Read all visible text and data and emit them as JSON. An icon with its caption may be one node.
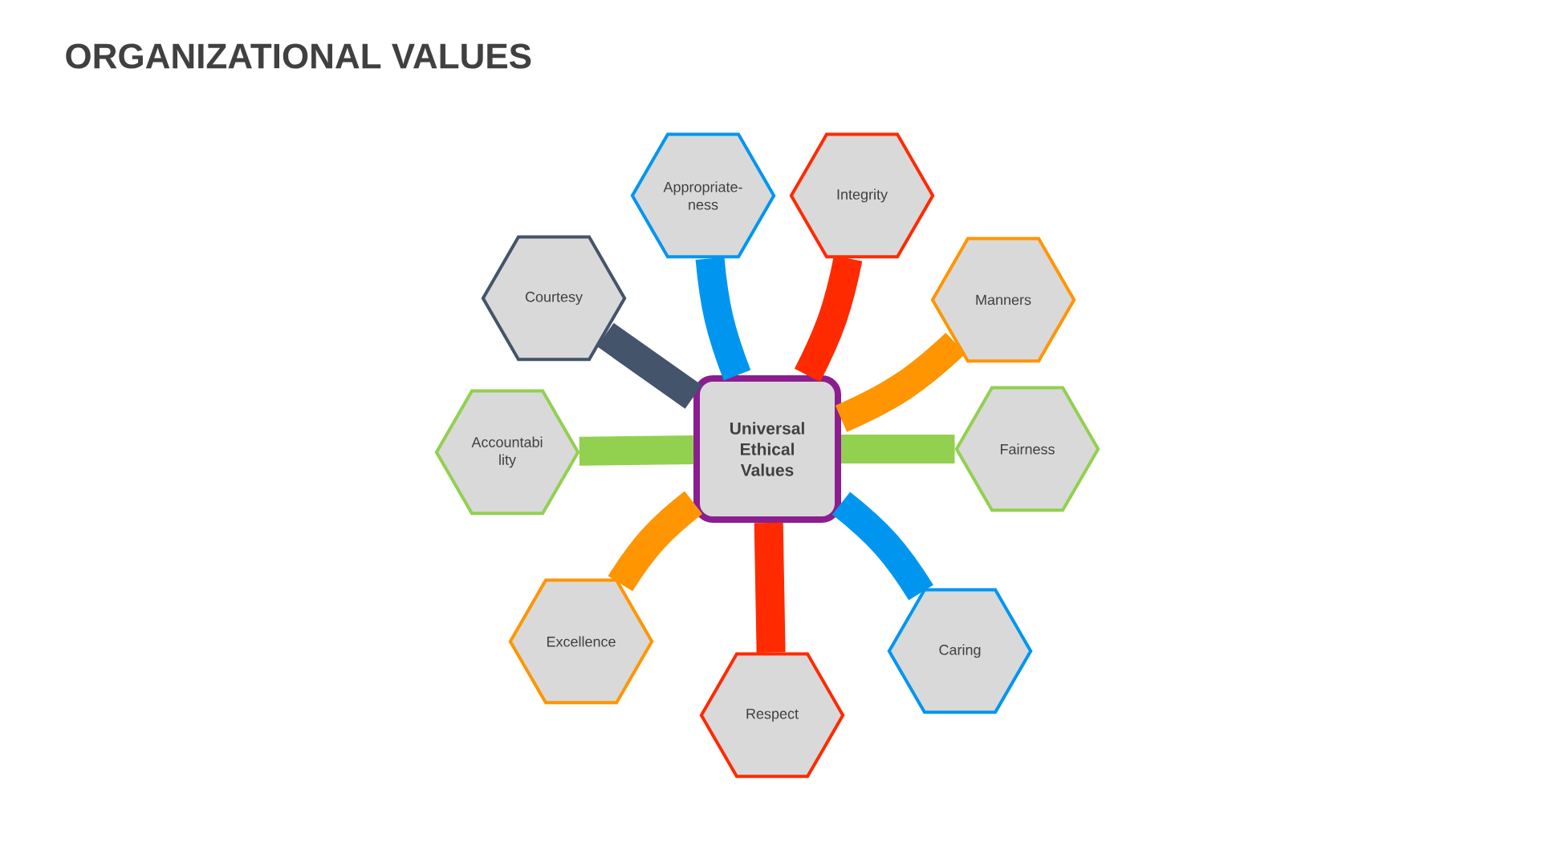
{
  "diagram": {
    "title": "ORGANIZATIONAL VALUES",
    "nodes": [
      {
        "text": [
          "Universal Ethical Values"
        ]
      },
      {
        "text": [
          "Appropriate- ness"
        ]
      },
      {
        "text": [
          "Integrity"
        ]
      },
      {
        "text": [
          "Courtesy"
        ]
      },
      {
        "text": [
          "Manners"
        ]
      },
      {
        "text": [
          "Accountabi lity"
        ]
      },
      {
        "text": [
          "Fairness"
        ]
      },
      {
        "text": [
          "Excellence"
        ]
      },
      {
        "text": [
          "Caring"
        ]
      },
      {
        "text": [
          "Respect"
        ]
      }
    ],
    "edges": [
      {
        "from": 0,
        "to": 1,
        "arrow": "none",
        "color": "#0096f0"
      },
      {
        "from": 0,
        "to": 2,
        "arrow": "none",
        "color": "#ff2a00"
      },
      {
        "from": 0,
        "to": 3,
        "arrow": "none",
        "color": "#44546a"
      },
      {
        "from": 0,
        "to": 4,
        "arrow": "none",
        "color": "#ff9500"
      },
      {
        "from": 0,
        "to": 5,
        "arrow": "none",
        "color": "#92d050"
      },
      {
        "from": 0,
        "to": 6,
        "arrow": "none",
        "color": "#92d050"
      },
      {
        "from": 0,
        "to": 7,
        "arrow": "none",
        "color": "#ff9500"
      },
      {
        "from": 0,
        "to": 8,
        "arrow": "none",
        "color": "#0096f0"
      },
      {
        "from": 0,
        "to": 9,
        "arrow": "none",
        "color": "#ff2a00"
      }
    ]
  }
}
